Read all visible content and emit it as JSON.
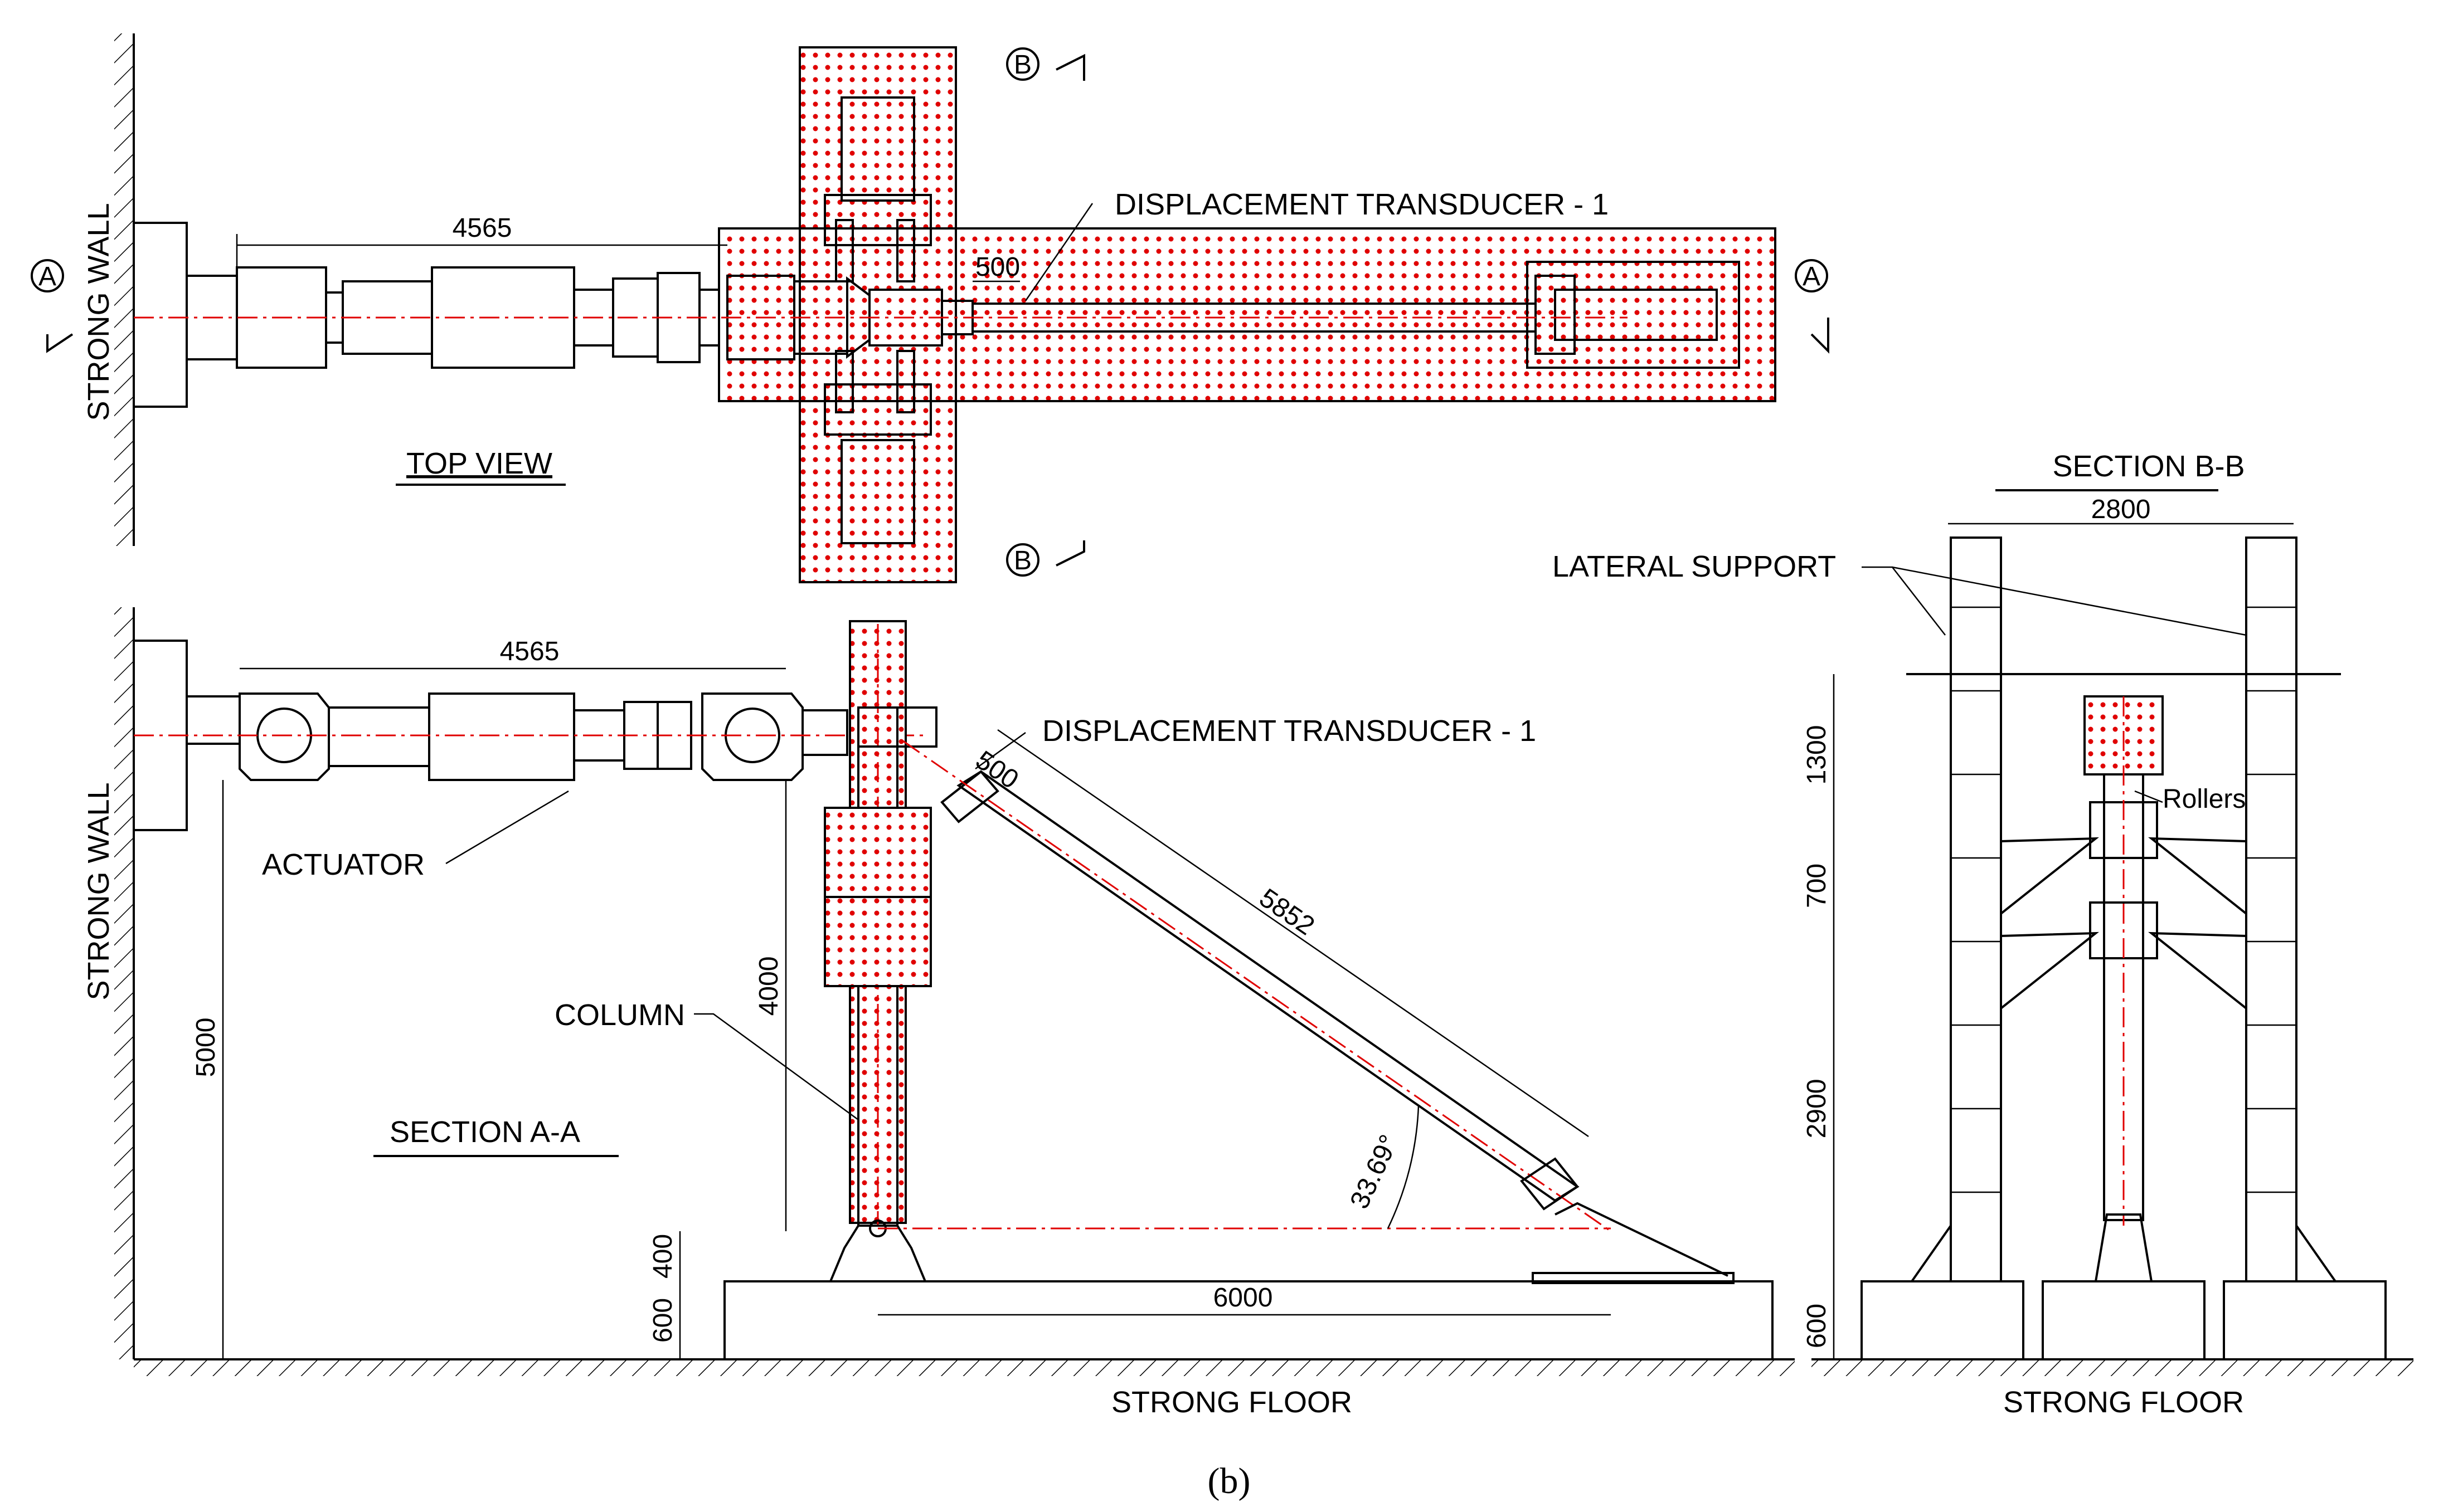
{
  "top_view": {
    "title": "TOP VIEW",
    "strong_wall_label": "STRONG WALL",
    "dim_actuator": "4565",
    "dim_transducer": "500",
    "transducer_label": "DISPLACEMENT TRANSDUCER - 1",
    "section_marks": [
      "A",
      "A",
      "B",
      "B"
    ]
  },
  "section_aa": {
    "title": "SECTION A-A",
    "strong_wall_label": "STRONG WALL",
    "strong_floor_label": "STRONG FLOOR",
    "actuator_label": "ACTUATOR",
    "column_label": "COLUMN",
    "transducer_label": "DISPLACEMENT TRANSDUCER - 1",
    "dim_actuator": "4565",
    "dim_transducer": "500",
    "dim_brace": "5852",
    "dim_angle": "33.69°",
    "dim_height_total": "5000",
    "dim_height_column": "4000",
    "dim_pedestal": "400",
    "dim_base": "600",
    "dim_span": "6000"
  },
  "section_bb": {
    "title": "SECTION B-B",
    "lateral_support_label": "LATERAL SUPPORT",
    "rollers_label": "Rollers",
    "strong_floor_label": "STRONG FLOOR",
    "dim_width": "2800",
    "dim_h1": "1300",
    "dim_h2": "700",
    "dim_h3": "2900",
    "dim_base": "600"
  },
  "caption": "(b)",
  "colors": {
    "line": "#000000",
    "accent": "#e00000"
  }
}
